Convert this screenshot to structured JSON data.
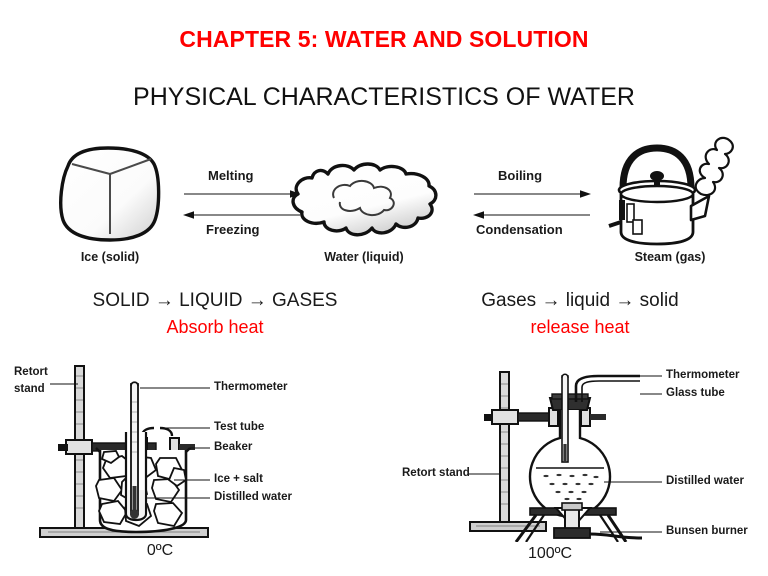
{
  "slide": {
    "chapter_title": "CHAPTER 5: WATER AND SOLUTION",
    "subtitle": "PHYSICAL CHARACTERISTICS OF WATER",
    "accent_color": "#ff0000",
    "text_color": "#1a1a1a",
    "background": "#ffffff"
  },
  "state_diagram": {
    "states": [
      {
        "name": "ice",
        "caption": "Ice (solid)"
      },
      {
        "name": "water",
        "caption": "Water (liquid)"
      },
      {
        "name": "steam",
        "caption": "Steam (gas)"
      }
    ],
    "transitions": [
      {
        "name": "ice-to-water",
        "forward": "Melting",
        "reverse": "Freezing"
      },
      {
        "name": "water-to-steam",
        "forward": "Boiling",
        "reverse": "Condensation"
      }
    ]
  },
  "processes": {
    "left": {
      "sequence": "SOLID → LIQUID → GASES",
      "heat": "Absorb heat"
    },
    "right": {
      "sequence": "Gases → liquid → solid",
      "heat": "release heat"
    }
  },
  "apparatus": {
    "freezing": {
      "temperature": "0ºC",
      "labels": {
        "retort_stand_line1": "Retort",
        "retort_stand_line2": "stand",
        "thermometer": "Thermometer",
        "test_tube": "Test tube",
        "beaker": "Beaker",
        "ice_salt": "Ice + salt",
        "distilled_water": "Distilled water"
      }
    },
    "boiling": {
      "temperature": "100ºC",
      "labels": {
        "thermometer": "Thermometer",
        "glass_tube": "Glass tube",
        "retort_stand": "Retort stand",
        "distilled_water": "Distilled water",
        "bunsen_burner": "Bunsen burner"
      }
    }
  }
}
